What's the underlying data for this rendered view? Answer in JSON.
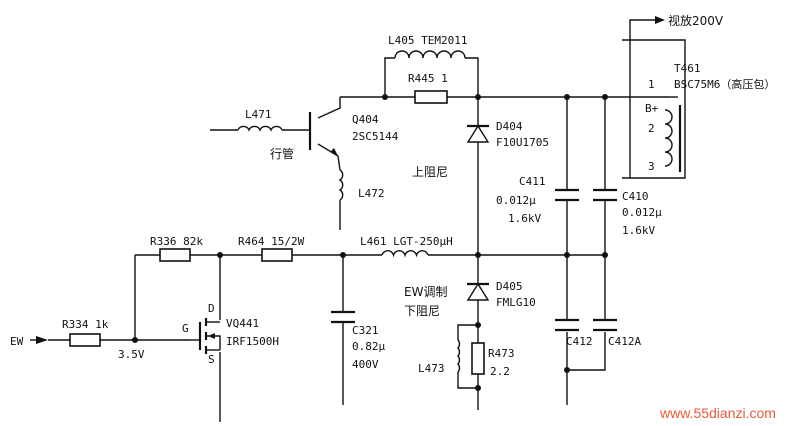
{
  "labels": {
    "top_supply": "视放200V",
    "transformer_ref": "T461",
    "transformer_part": "BSC75M6（高压包）",
    "pin1": "1",
    "pin_bplus": "B+",
    "pin2": "2",
    "pin3": "3",
    "l405": "L405 TEM2011",
    "r445": "R445 1",
    "l471": "L471",
    "hang_guan": "行管",
    "q404": "Q404",
    "q404_part": "2SC5144",
    "l472": "L472",
    "d404": "D404",
    "d404_part": "F10U1705",
    "shang_zuni": "上阻尼",
    "c411": "C411",
    "c411_val": "0.012μ",
    "c411_v": "1.6kV",
    "c410": "C410",
    "c410_val": "0.012μ",
    "c410_v": "1.6kV",
    "r336": "R336 82k",
    "r464": "R464 15/2W",
    "l461": "L461 LGT-250μH",
    "ew_mod": "EW调制",
    "xia_zuni": "下阻尼",
    "d405": "D405",
    "d405_part": "FMLG10",
    "d_pin": "D",
    "g_pin": "G",
    "s_pin": "S",
    "vq441": "VQ441",
    "vq441_part": "IRF1500H",
    "ew": "EW",
    "r334": "R334 1k",
    "v35": "3.5V",
    "c321": "C321",
    "c321_val": "0.82μ",
    "c321_v": "400V",
    "c412": "C412",
    "c412a": "C412A",
    "l473": "L473",
    "r473": "R473",
    "r473_val": "2.2",
    "watermark": "www.55dianzi.com"
  }
}
